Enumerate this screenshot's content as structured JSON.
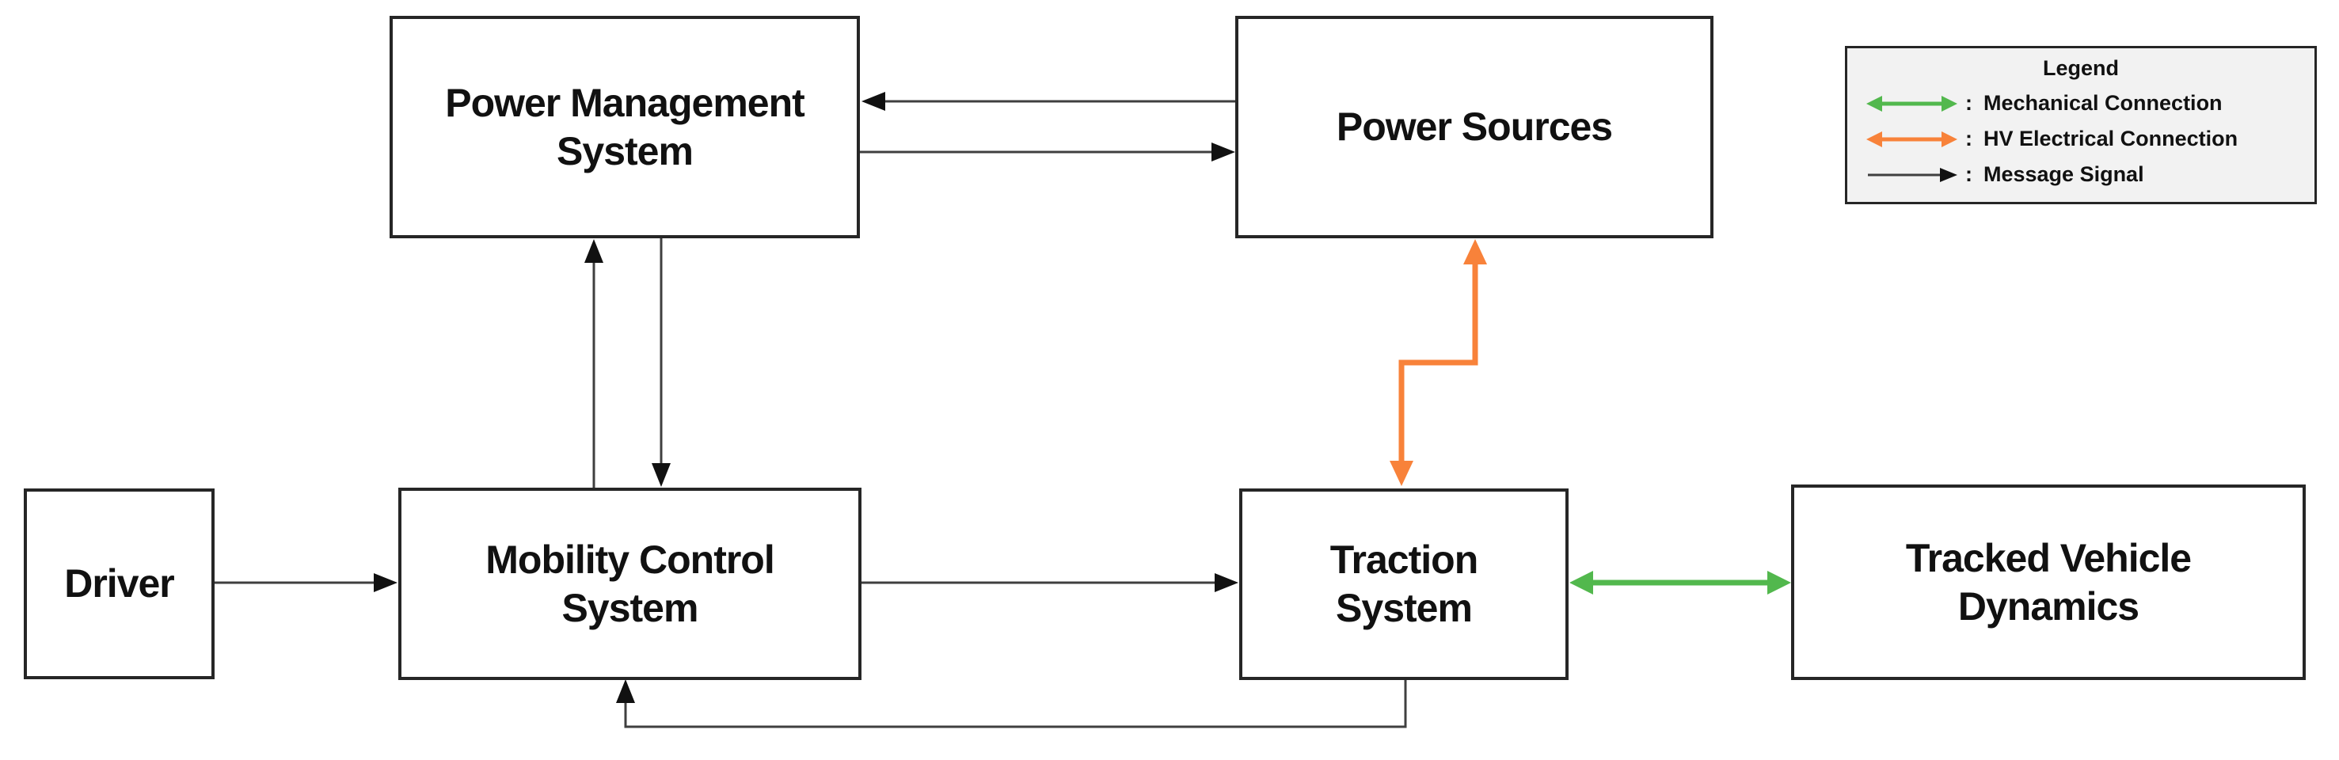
{
  "blocks": [
    {
      "id": "driver",
      "label": "Driver"
    },
    {
      "id": "power-management-system",
      "label": "Power Management System"
    },
    {
      "id": "power-sources",
      "label": "Power Sources"
    },
    {
      "id": "mobility-control-system",
      "label": "Mobility Control System"
    },
    {
      "id": "traction-system",
      "label": "Traction System"
    },
    {
      "id": "tracked-vehicle-dynamics",
      "label": "Tracked Vehicle Dynamics"
    }
  ],
  "legend": {
    "title": "Legend",
    "items": [
      {
        "type": "mechanical",
        "separator": ":",
        "label": "Mechanical Connection"
      },
      {
        "type": "hv-electrical",
        "separator": ":",
        "label": "HV Electrical Connection"
      },
      {
        "type": "message",
        "separator": ":",
        "label": "Message Signal"
      }
    ]
  },
  "connections": [
    {
      "from": "Driver",
      "to": "Mobility Control System",
      "type": "Message Signal",
      "bidirectional": false
    },
    {
      "from": "Mobility Control System",
      "to": "Power Management System",
      "type": "Message Signal",
      "bidirectional": false
    },
    {
      "from": "Power Management System",
      "to": "Mobility Control System",
      "type": "Message Signal",
      "bidirectional": false
    },
    {
      "from": "Power Sources",
      "to": "Power Management System",
      "type": "Message Signal",
      "bidirectional": false
    },
    {
      "from": "Power Management System",
      "to": "Power Sources",
      "type": "Message Signal",
      "bidirectional": false
    },
    {
      "from": "Mobility Control System",
      "to": "Traction System",
      "type": "Message Signal",
      "bidirectional": false
    },
    {
      "from": "Traction System",
      "to": "Mobility Control System",
      "type": "Message Signal",
      "bidirectional": false
    },
    {
      "from": "Power Sources",
      "to": "Traction System",
      "type": "HV Electrical Connection",
      "bidirectional": true
    },
    {
      "from": "Traction System",
      "to": "Tracked Vehicle Dynamics",
      "type": "Mechanical Connection",
      "bidirectional": true
    }
  ],
  "colors": {
    "mechanical_connection": "#52B84D",
    "hv_electrical_connection": "#F8823A",
    "message_signal": "#3F3F3F",
    "box_border": "#262626",
    "legend_background": "#F2F2F2",
    "background": "#FFFFFF"
  }
}
